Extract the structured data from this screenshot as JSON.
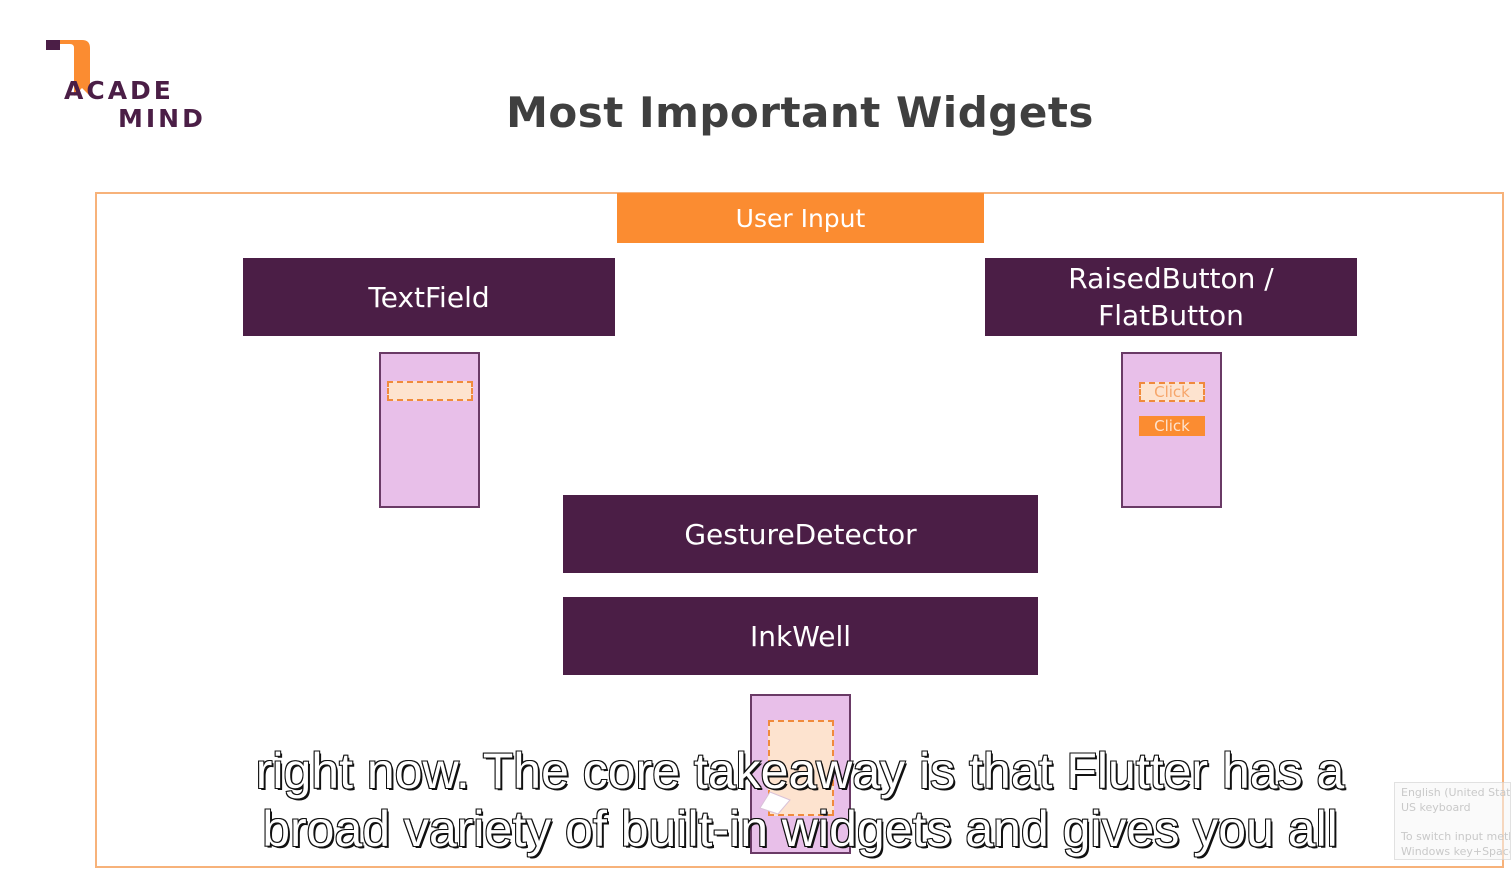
{
  "logo": {
    "line1": "ACADE",
    "line2": "MIND",
    "colors": {
      "primary": "#4b1e46",
      "accent": "#fb8c31"
    }
  },
  "slide": {
    "title": "Most Important Widgets",
    "section_label": "User Input"
  },
  "widgets": {
    "textfield": "TextField",
    "raised_flat_button": "RaisedButton /\nFlatButton",
    "gesture_detector": "GestureDetector",
    "inkwell": "InkWell"
  },
  "mockups": {
    "button_outline_label": "Click",
    "button_filled_label": "Click"
  },
  "subtitles": {
    "line1": "right now. The core takeaway is that Flutter has a",
    "line2": "broad variety of built-in widgets and gives you all"
  },
  "ime_hint": {
    "line1": "English (United States)",
    "line2": "US keyboard",
    "line3": "To switch input methods,",
    "line4": "Windows key+Space."
  },
  "colors": {
    "widget_box": "#4b1e46",
    "section_header": "#fb8c31",
    "phone_background": "#e8bfe9",
    "frame_border": "#f7b27a",
    "field_fill": "#fde3cf"
  }
}
